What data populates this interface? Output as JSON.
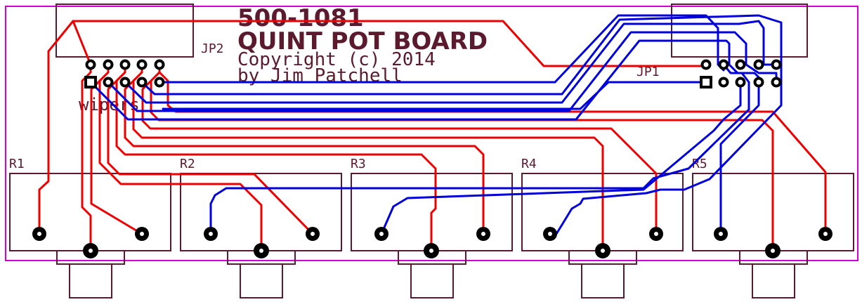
{
  "board": {
    "part_number": "500-1081",
    "title": "QUINT POT BOARD",
    "copyright": "Copyright (c) 2014",
    "author": "by Jim Patchell"
  },
  "connectors": {
    "jp2_label": "JP2",
    "jp1_label": "JP1",
    "wipers_label": "wipers"
  },
  "pots": [
    "R1",
    "R2",
    "R3",
    "R4",
    "R5"
  ],
  "colors": {
    "board_outline": "#d400d4",
    "silkscreen": "#5c1a2e",
    "top_copper": "#ee0000",
    "bottom_copper": "#0000dd",
    "pad": "#000000"
  }
}
